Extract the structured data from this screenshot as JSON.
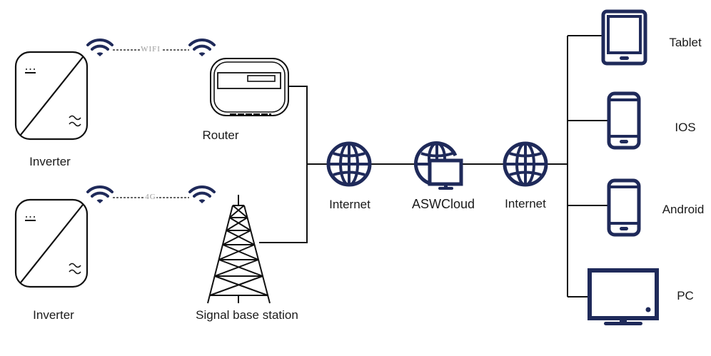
{
  "diagram": {
    "colors": {
      "icon": "#1f2a5a",
      "line": "#111111",
      "link_text": "#9a9a9a"
    },
    "nodes": {
      "inverter_1": {
        "label": "Inverter",
        "icon": "inverter-icon"
      },
      "inverter_2": {
        "label": "Inverter",
        "icon": "inverter-icon"
      },
      "router": {
        "label": "Router",
        "icon": "router-icon"
      },
      "base_station": {
        "label": "Signal base station",
        "icon": "signal-tower-icon"
      },
      "internet_1": {
        "label": "Internet",
        "icon": "globe-icon"
      },
      "cloud": {
        "label": "ASWCloud",
        "icon": "cloud-monitor-icon"
      },
      "internet_2": {
        "label": "Internet",
        "icon": "globe-icon"
      },
      "tablet": {
        "label": "Tablet",
        "icon": "tablet-icon"
      },
      "ios": {
        "label": "IOS",
        "icon": "phone-icon"
      },
      "android": {
        "label": "Android",
        "icon": "phone-icon"
      },
      "pc": {
        "label": "PC",
        "icon": "monitor-icon"
      }
    },
    "links": {
      "wifi": {
        "label": "WIFI",
        "from": "inverter_1",
        "to": "router",
        "style": "dashed-wireless"
      },
      "cellular": {
        "label": "4G",
        "from": "inverter_2",
        "to": "base_station",
        "style": "dashed-wireless"
      }
    },
    "connections": [
      [
        "router",
        "internet_1"
      ],
      [
        "base_station",
        "internet_1"
      ],
      [
        "internet_1",
        "cloud"
      ],
      [
        "cloud",
        "internet_2"
      ],
      [
        "internet_2",
        "tablet"
      ],
      [
        "internet_2",
        "ios"
      ],
      [
        "internet_2",
        "android"
      ],
      [
        "internet_2",
        "pc"
      ]
    ]
  }
}
